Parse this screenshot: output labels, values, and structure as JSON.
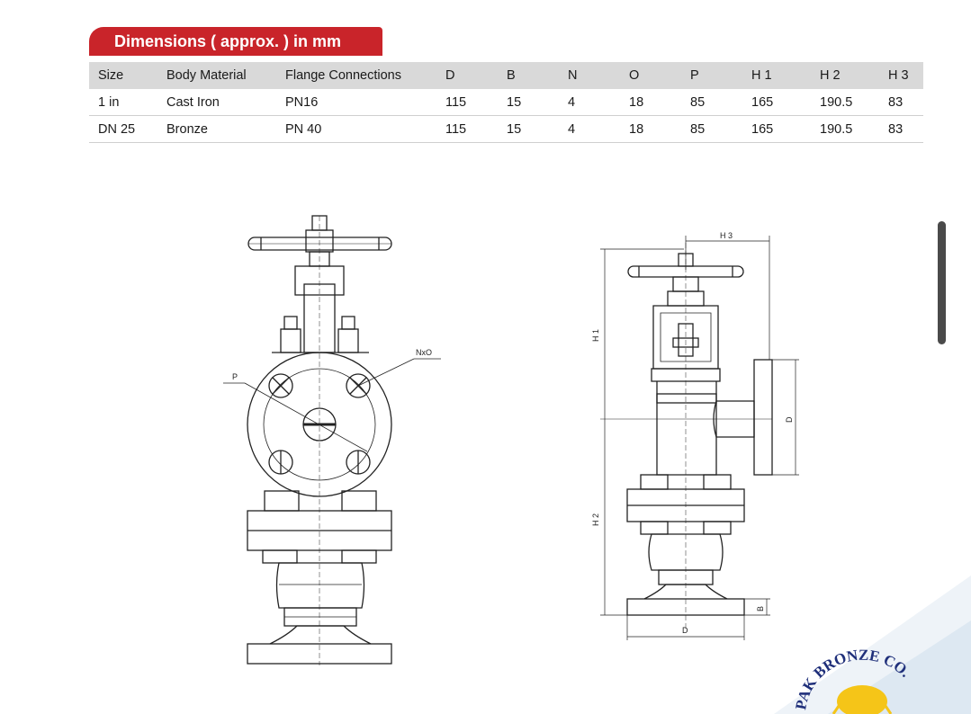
{
  "title": "Dimensions ( approx. ) in mm",
  "table": {
    "headers": [
      "Size",
      "Body Material",
      "Flange Connections",
      "D",
      "B",
      "N",
      "O",
      "P",
      "H 1",
      "H 2",
      "H 3"
    ],
    "rows": [
      [
        "1 in",
        "Cast Iron",
        "PN16",
        "115",
        "15",
        "4",
        "18",
        "85",
        "165",
        "190.5",
        "83"
      ],
      [
        "DN 25",
        "Bronze",
        "PN 40",
        "115",
        "15",
        "4",
        "18",
        "85",
        "165",
        "190.5",
        "83"
      ]
    ]
  },
  "drawing_labels": {
    "p": "P",
    "nxo": "NxO",
    "h1": "H 1",
    "h2": "H 2",
    "h3": "H 3",
    "d_side": "D",
    "d_bottom": "D",
    "b": "B"
  },
  "logo": {
    "text": "PAK BRONZE CO.",
    "text_color": "#1f2f7a",
    "sun_color": "#f5c518"
  },
  "colors": {
    "accent": "#c9242a",
    "header_bg": "#d9d9d9"
  }
}
